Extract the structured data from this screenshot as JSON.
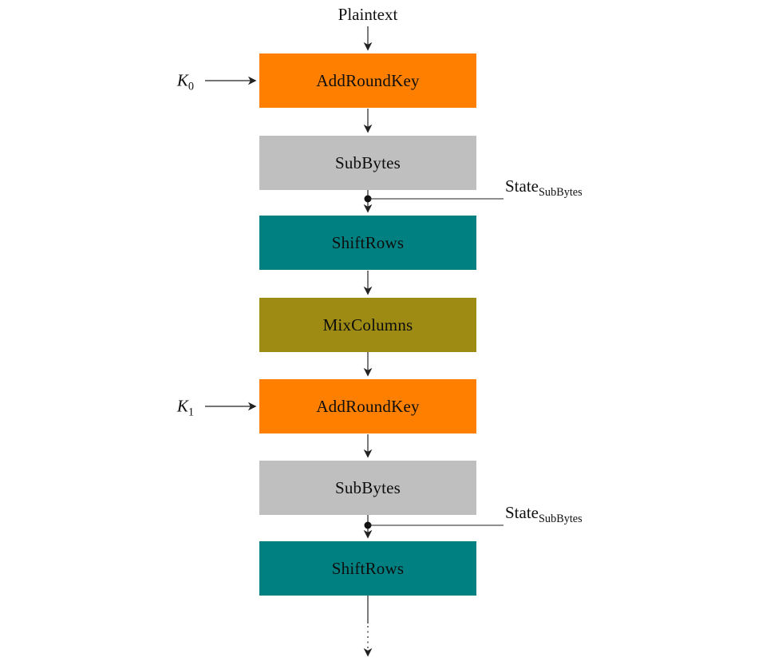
{
  "diagram": {
    "plaintext_label": "Plaintext",
    "boxes": [
      {
        "label": "AddRoundKey",
        "color": "#FF8000"
      },
      {
        "label": "SubBytes",
        "color": "#BFBFBF"
      },
      {
        "label": "ShiftRows",
        "color": "#008080"
      },
      {
        "label": "MixColumns",
        "color": "#9E8B14"
      },
      {
        "label": "AddRoundKey",
        "color": "#FF8000"
      },
      {
        "label": "SubBytes",
        "color": "#BFBFBF"
      },
      {
        "label": "ShiftRows",
        "color": "#008080"
      }
    ],
    "keys": [
      {
        "base": "K",
        "sub": "0"
      },
      {
        "base": "K",
        "sub": "1"
      }
    ],
    "state_taps": [
      {
        "base": "State",
        "sub": "SubBytes"
      },
      {
        "base": "State",
        "sub": "SubBytes"
      }
    ],
    "colors": {
      "orange": "#FF8000",
      "light_gray": "#BFBFBF",
      "teal": "#008080",
      "olive": "#9E8B14",
      "line": "#222222",
      "background": "#FFFFFF",
      "text": "#0D0D0D"
    }
  }
}
